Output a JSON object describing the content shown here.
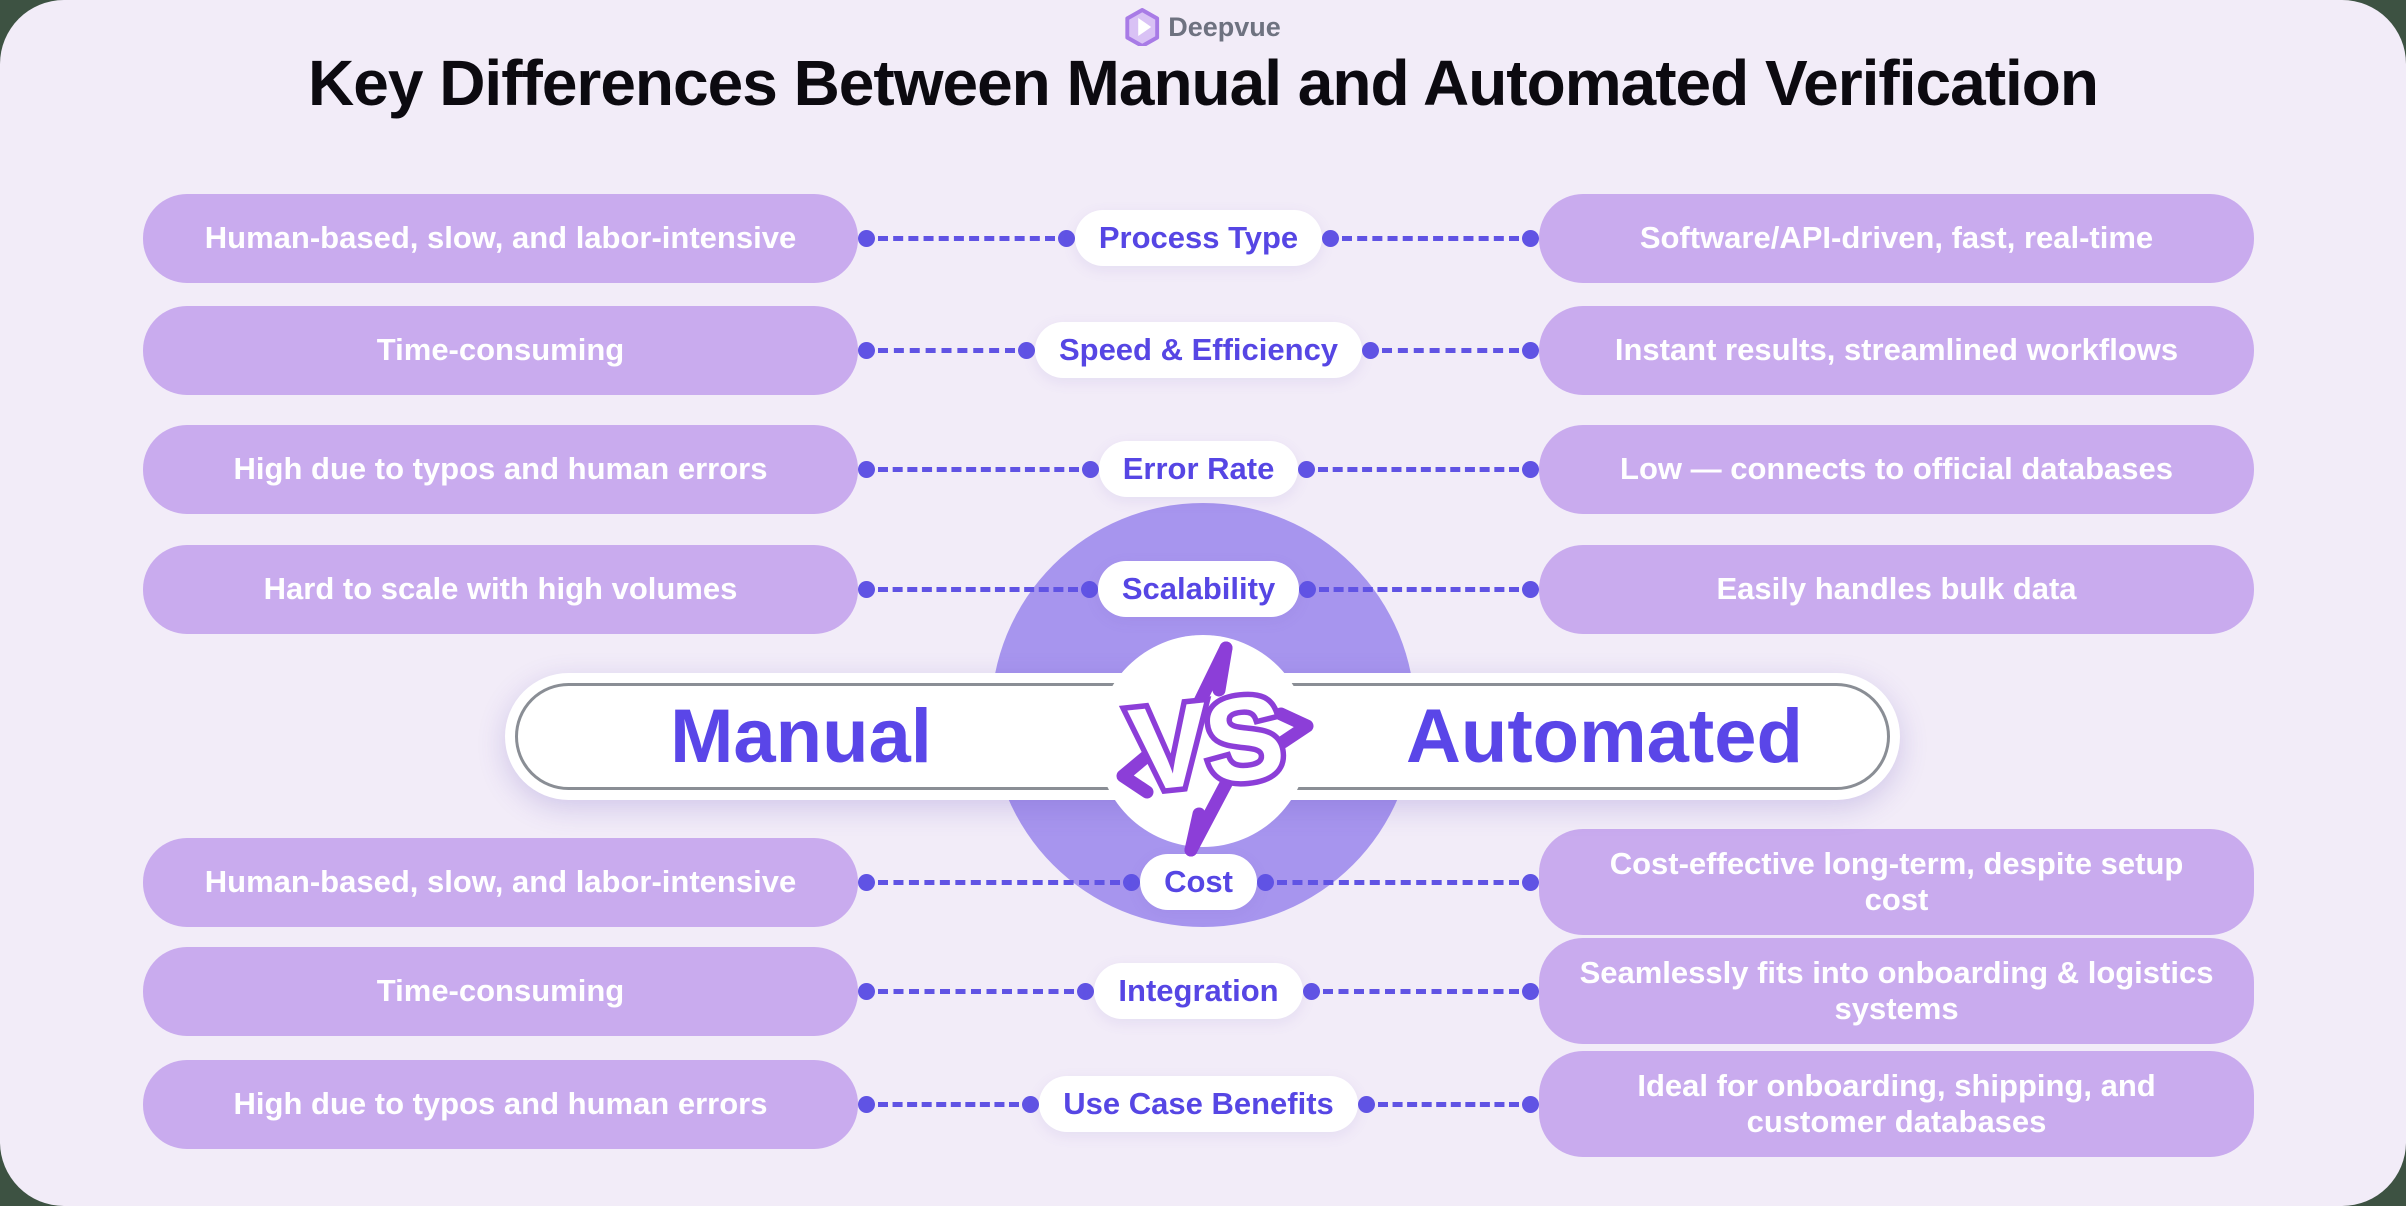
{
  "brand": {
    "name": "Deepvue"
  },
  "title": "Key Differences Between Manual and Automated Verification",
  "versus": {
    "left_label": "Manual",
    "vs_label": "VS",
    "right_label": "Automated"
  },
  "rows": [
    {
      "category": "Process Type",
      "manual": "Human-based, slow, and labor-intensive",
      "automated": "Software/API-driven, fast, real-time"
    },
    {
      "category": "Speed & Efficiency",
      "manual": "Time-consuming",
      "automated": "Instant results, streamlined workflows"
    },
    {
      "category": "Error Rate",
      "manual": "High due to typos and human errors",
      "automated": "Low — connects to official databases"
    },
    {
      "category": "Scalability",
      "manual": "Hard to scale with high volumes",
      "automated": "Easily handles bulk data"
    },
    {
      "category": "Cost",
      "manual": "Human-based, slow, and labor-intensive",
      "automated": "Cost-effective long-term, despite setup cost"
    },
    {
      "category": "Integration",
      "manual": "Time-consuming",
      "automated": "Seamlessly fits into onboarding & logistics systems"
    },
    {
      "category": "Use Case Benefits",
      "manual": "High due to typos and human errors",
      "automated": "Ideal for onboarding, shipping, and customer databases"
    }
  ],
  "colors": {
    "page_background": "#3d5242",
    "card_background": "#f2ecf8",
    "pill": "#c9abee",
    "center_circle": "#a795ee",
    "accent_text": "#5646e4",
    "connector": "#6053e4",
    "vs_stroke": "#8c3ed8",
    "title_text": "#0c0a10",
    "brand_text": "#6e7280"
  }
}
